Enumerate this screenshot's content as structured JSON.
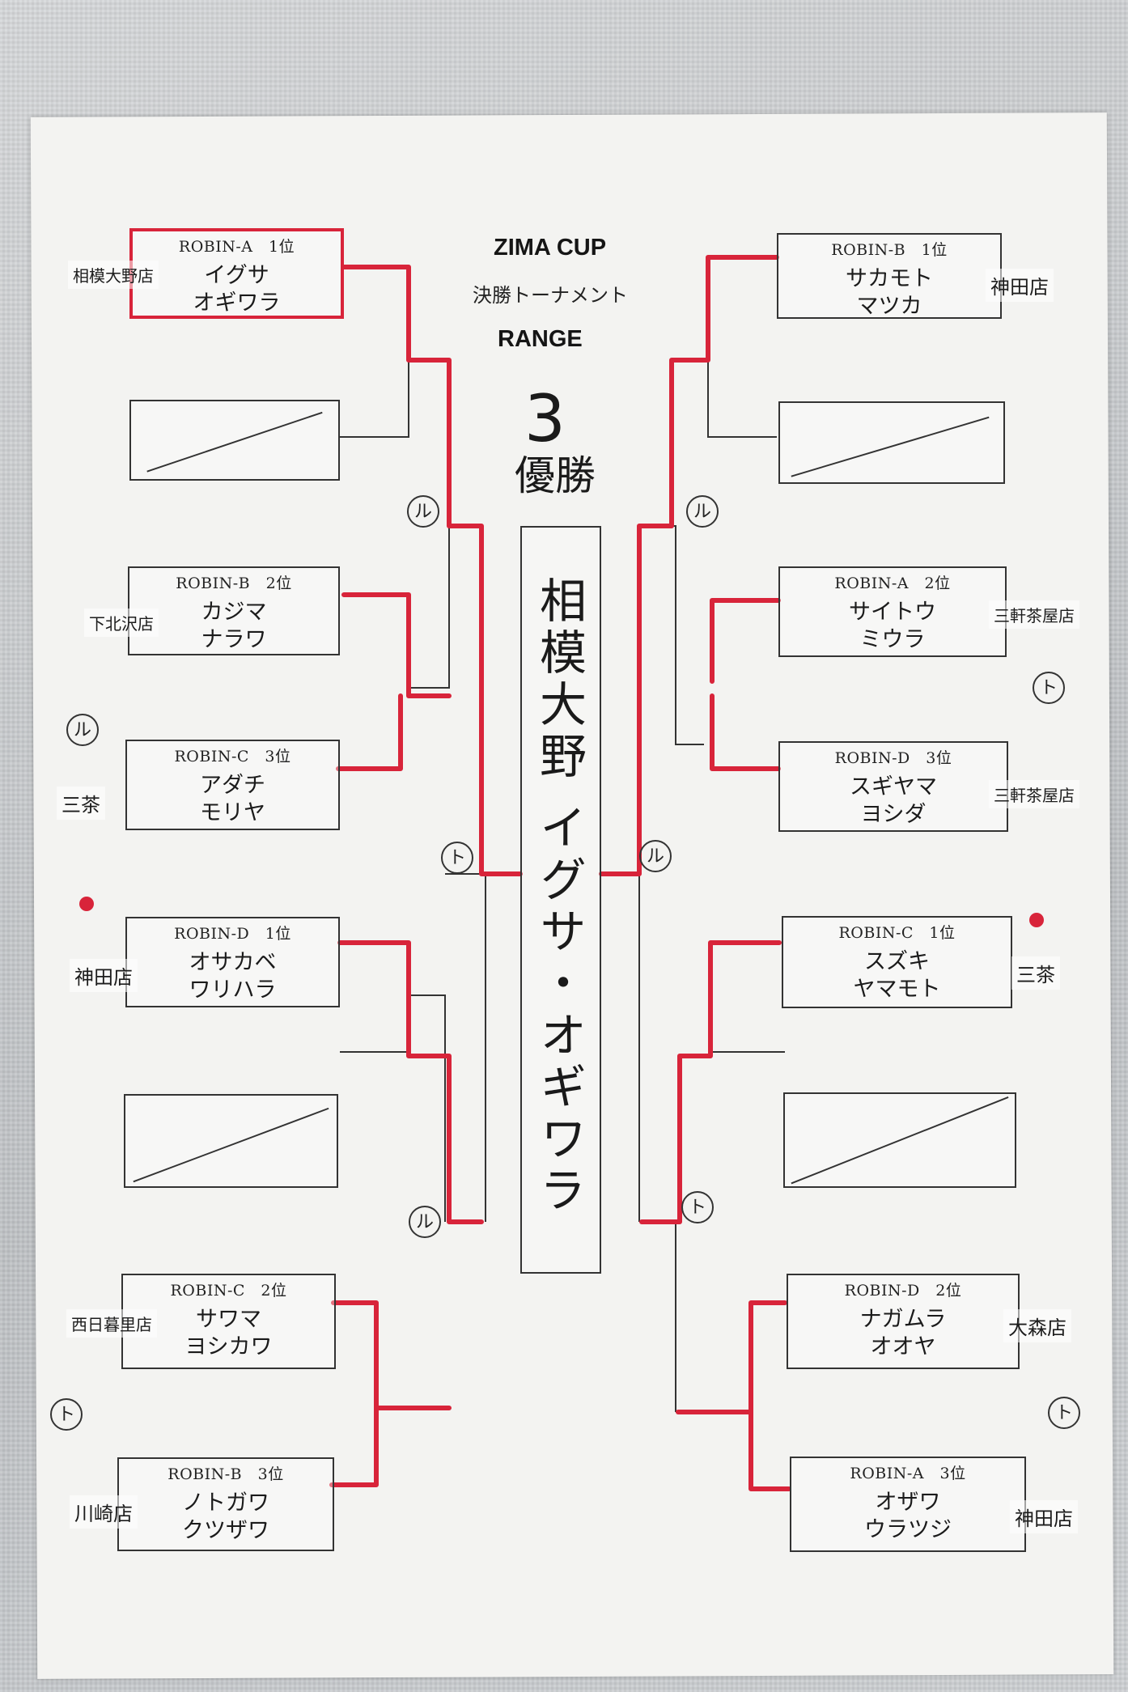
{
  "header": {
    "title": "ZIMA CUP",
    "subtitle": "決勝トーナメント",
    "venue": "RANGE"
  },
  "center": {
    "count": "3",
    "champion_label": "優勝",
    "champion_name": "相模大野 イグサ・オギワラ"
  },
  "left": {
    "b1": {
      "seed": "ROBIN-A　1位",
      "p1": "イグサ",
      "p2": "オギワラ",
      "store": "相模大野店"
    },
    "b3": {
      "seed": "ROBIN-B　2位",
      "p1": "カジマ",
      "p2": "ナラワ",
      "store": "下北沢店"
    },
    "b4": {
      "seed": "ROBIN-C　3位",
      "p1": "アダチ",
      "p2": "モリヤ",
      "store": "三茶"
    },
    "b5": {
      "seed": "ROBIN-D　1位",
      "p1": "オサカベ",
      "p2": "ワリハラ",
      "store": "神田店"
    },
    "b7": {
      "seed": "ROBIN-C　2位",
      "p1": "サワマ",
      "p2": "ヨシカワ",
      "store": "西日暮里店"
    },
    "b8": {
      "seed": "ROBIN-B　3位",
      "p1": "ノトガワ",
      "p2": "クツザワ",
      "store": "川崎店"
    }
  },
  "right": {
    "b1": {
      "seed": "ROBIN-B　1位",
      "p1": "サカモト",
      "p2": "マツカ",
      "store": "神田店"
    },
    "b3": {
      "seed": "ROBIN-A　2位",
      "p1": "サイトウ",
      "p2": "ミウラ",
      "store": "三軒茶屋店"
    },
    "b4": {
      "seed": "ROBIN-D　3位",
      "p1": "スギヤマ",
      "p2": "ヨシダ",
      "store": "三軒茶屋店"
    },
    "b5": {
      "seed": "ROBIN-C　1位",
      "p1": "スズキ",
      "p2": "ヤマモト",
      "store": "三茶"
    },
    "b7": {
      "seed": "ROBIN-D　2位",
      "p1": "ナガムラ",
      "p2": "オオヤ",
      "store": "大森店"
    },
    "b8": {
      "seed": "ROBIN-A　3位",
      "p1": "オザワ",
      "p2": "ウラツジ",
      "store": "神田店"
    }
  },
  "marks": {
    "m1": "ル",
    "m2": "ル",
    "m3": "ト",
    "m4": "ル",
    "m5": "ト",
    "m6": "ル",
    "m7": "ト",
    "m8": "ル",
    "m9": "ト",
    "m10": "ト"
  },
  "colors": {
    "bracket_red": "#d8243a",
    "line": "#333333"
  }
}
